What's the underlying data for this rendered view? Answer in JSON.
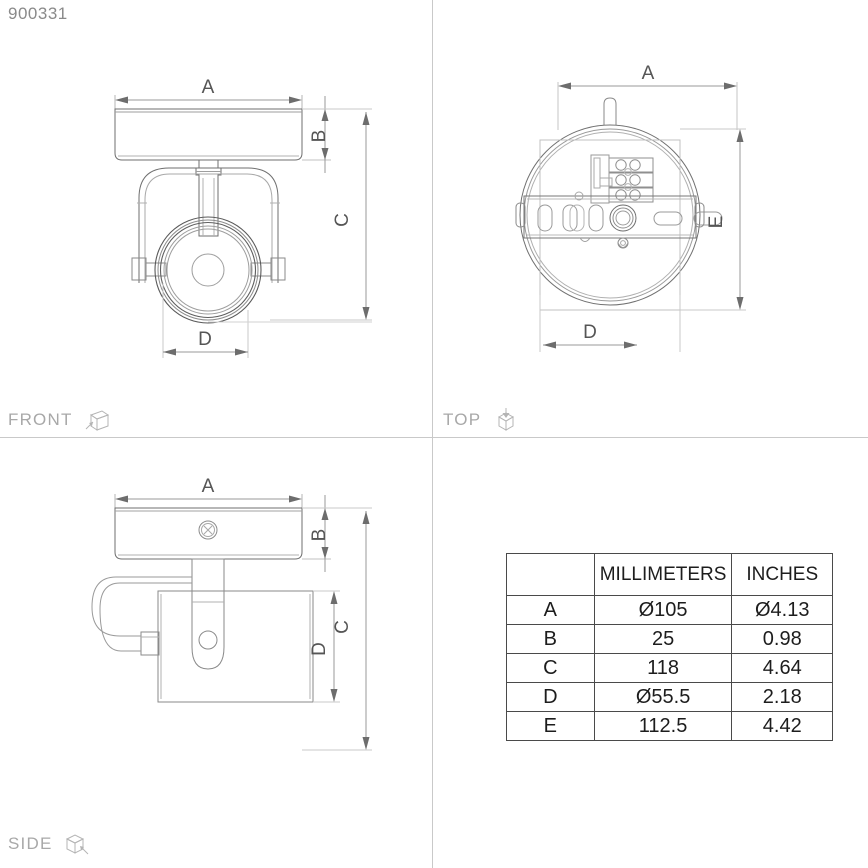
{
  "title": "900331",
  "views": [
    {
      "id": "front",
      "label": "FRONT",
      "icon": "cube-front-icon"
    },
    {
      "id": "top",
      "label": "TOP",
      "icon": "cube-top-icon"
    },
    {
      "id": "side",
      "label": "SIDE",
      "icon": "cube-side-icon"
    }
  ],
  "dimension_labels": {
    "a": "A",
    "b": "B",
    "c": "C",
    "d": "D",
    "e": "E"
  },
  "front_view": {
    "dim_a": "A",
    "dim_b": "B",
    "dim_c": "C",
    "dim_d": "D"
  },
  "top_view": {
    "dim_a": "A",
    "dim_d": "D",
    "dim_e": "E"
  },
  "side_view": {
    "dim_a": "A",
    "dim_b": "B",
    "dim_c": "C",
    "dim_d": "D"
  },
  "table": {
    "headers": [
      "",
      "MILLIMETERS",
      "INCHES"
    ],
    "rows": [
      {
        "key": "A",
        "mm": "Ø105",
        "in": "Ø4.13"
      },
      {
        "key": "B",
        "mm": "25",
        "in": "0.98"
      },
      {
        "key": "C",
        "mm": "118",
        "in": "4.64"
      },
      {
        "key": "D",
        "mm": "Ø55.5",
        "in": "2.18"
      },
      {
        "key": "E",
        "mm": "112.5",
        "in": "4.42"
      }
    ]
  },
  "colors": {
    "line": "#7a7a7a",
    "line_dark": "#3c3c3c",
    "text": "#8a8a8a",
    "table_text": "#1d1d1d",
    "divider": "#c9c9c9"
  }
}
